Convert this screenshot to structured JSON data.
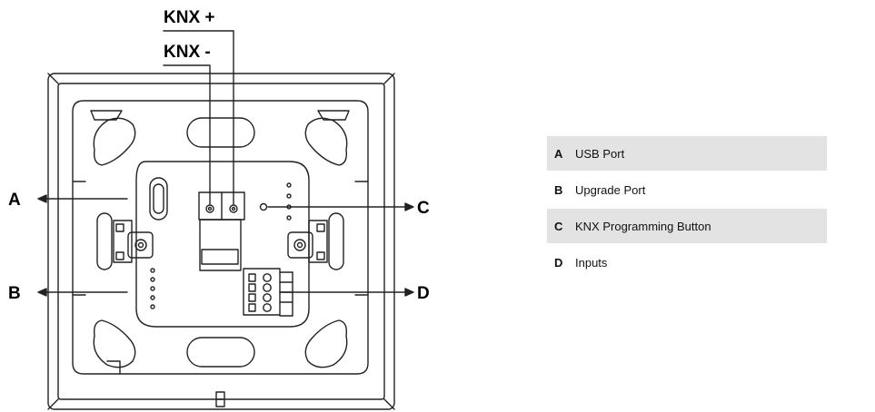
{
  "wires": {
    "knx_plus": "KNX +",
    "knx_minus": "KNX -"
  },
  "callouts": {
    "a": "A",
    "b": "B",
    "c": "C",
    "d": "D"
  },
  "legend": [
    {
      "key": "A",
      "label": "USB Port"
    },
    {
      "key": "B",
      "label": "Upgrade Port"
    },
    {
      "key": "C",
      "label": "KNX Programming Button"
    },
    {
      "key": "D",
      "label": "Inputs"
    }
  ],
  "colors": {
    "line": "#222222",
    "legend_shade": "#e3e3e3"
  }
}
